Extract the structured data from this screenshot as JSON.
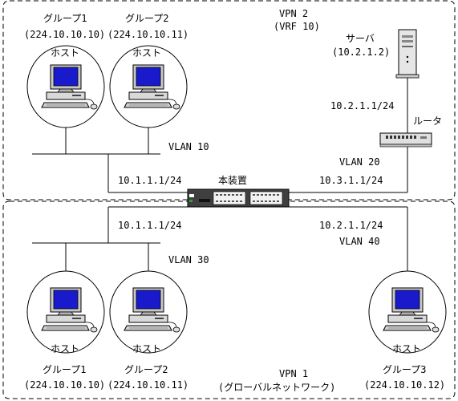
{
  "vpn2": {
    "title": "VPN 2",
    "subtitle": "(VRF 10)"
  },
  "vpn1": {
    "title": "VPN 1",
    "subtitle": "(グローバルネットワーク)"
  },
  "switch_label": "本装置",
  "router_label": "ルータ",
  "server": {
    "label": "サーバ",
    "ip": "(10.2.1.2)"
  },
  "hosts": {
    "top_g1": {
      "group": "グループ1",
      "addr": "(224.10.10.10)",
      "label": "ホスト"
    },
    "top_g2": {
      "group": "グループ2",
      "addr": "(224.10.10.11)",
      "label": "ホスト"
    },
    "bot_g1": {
      "group": "グループ1",
      "addr": "(224.10.10.10)",
      "label": "ホスト"
    },
    "bot_g2": {
      "group": "グループ2",
      "addr": "(224.10.10.11)",
      "label": "ホスト"
    },
    "bot_g3": {
      "group": "グループ3",
      "addr": "(224.10.10.12)",
      "label": "ホスト"
    }
  },
  "vlans": {
    "v10": "VLAN 10",
    "v20": "VLAN 20",
    "v30": "VLAN 30",
    "v40": "VLAN 40"
  },
  "ips": {
    "router_up": "10.2.1.1/24",
    "vlan10_if": "10.1.1.1/24",
    "vlan20_if": "10.3.1.1/24",
    "vlan30_if": "10.1.1.1/24",
    "vlan40_if": "10.2.1.1/24"
  }
}
